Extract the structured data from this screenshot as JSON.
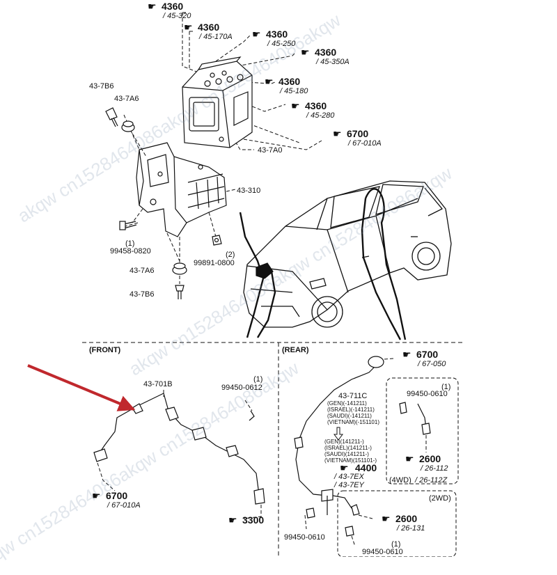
{
  "sections": {
    "front": "(FRONT)",
    "rear": "(REAR)",
    "fourwd": "(4WD)",
    "twowd": "(2WD)"
  },
  "refs": [
    {
      "id": "r1",
      "code": "4360",
      "sub": "/ 45-320"
    },
    {
      "id": "r2",
      "code": "4360",
      "sub": "/ 45-170A"
    },
    {
      "id": "r3",
      "code": "4360",
      "sub": "/ 45-250"
    },
    {
      "id": "r4",
      "code": "4360",
      "sub": "/ 45-350A"
    },
    {
      "id": "r5",
      "code": "4360",
      "sub": "/ 45-180"
    },
    {
      "id": "r6",
      "code": "4360",
      "sub": "/ 45-280"
    },
    {
      "id": "r7",
      "code": "6700",
      "sub": "/ 67-010A"
    },
    {
      "id": "r8",
      "code": "6700",
      "sub": "/ 67-010A"
    },
    {
      "id": "r9",
      "code": "3300",
      "sub": ""
    },
    {
      "id": "r10",
      "code": "6700",
      "sub": "/ 67-050"
    },
    {
      "id": "r11",
      "code": "2600",
      "sub": "/ 26-112"
    },
    {
      "id": "r12",
      "code": "2600",
      "sub": "/ 26-131"
    }
  ],
  "parts": {
    "p_7b6_top": "43-7B6",
    "p_7a6_top": "43-7A6",
    "p_7a0": "43-7A0",
    "p_310": "43-310",
    "p_bolt_q": "(1)",
    "p_bolt": "99458-0820",
    "p_nut_q": "(2)",
    "p_nut": "99891-0800",
    "p_7a6_bot": "43-7A6",
    "p_7b6_bot": "43-7B6",
    "p_701b": "43-701B",
    "p_0612_q": "(1)",
    "p_0612": "99450-0612",
    "p_711c": "43-711C",
    "p_0610_box_q": "(1)",
    "p_0610_box": "99450-0610",
    "p_4400": "4400",
    "p_7ex": "/ 43-7EX",
    "p_7ey": "/ 43-7EY",
    "p_26112z": "/ 26-112Z",
    "p_0610_a": "99450-0610",
    "p_0610_b_q": "(1)",
    "p_0610_b": "99450-0610"
  },
  "notes_top": [
    "(GEN)(-141211)",
    "(ISRAEL)(-141211)",
    "(SAUDI)(-141211)",
    "(VIETNAM)(-151101)"
  ],
  "notes_bottom": [
    "(GEN)(141211-)",
    "(ISRAEL)(141211-)",
    "(SAUDI)(141211-)",
    "(VIETNAM)(151101-)"
  ],
  "watermark": "akqw cn1528464086akqw cn1528464086akqw",
  "colors": {
    "arrow": "#c0282d",
    "ink": "#111111",
    "watermark": "#8a9bb5"
  },
  "icons": [
    "pointing-hand-icon"
  ]
}
